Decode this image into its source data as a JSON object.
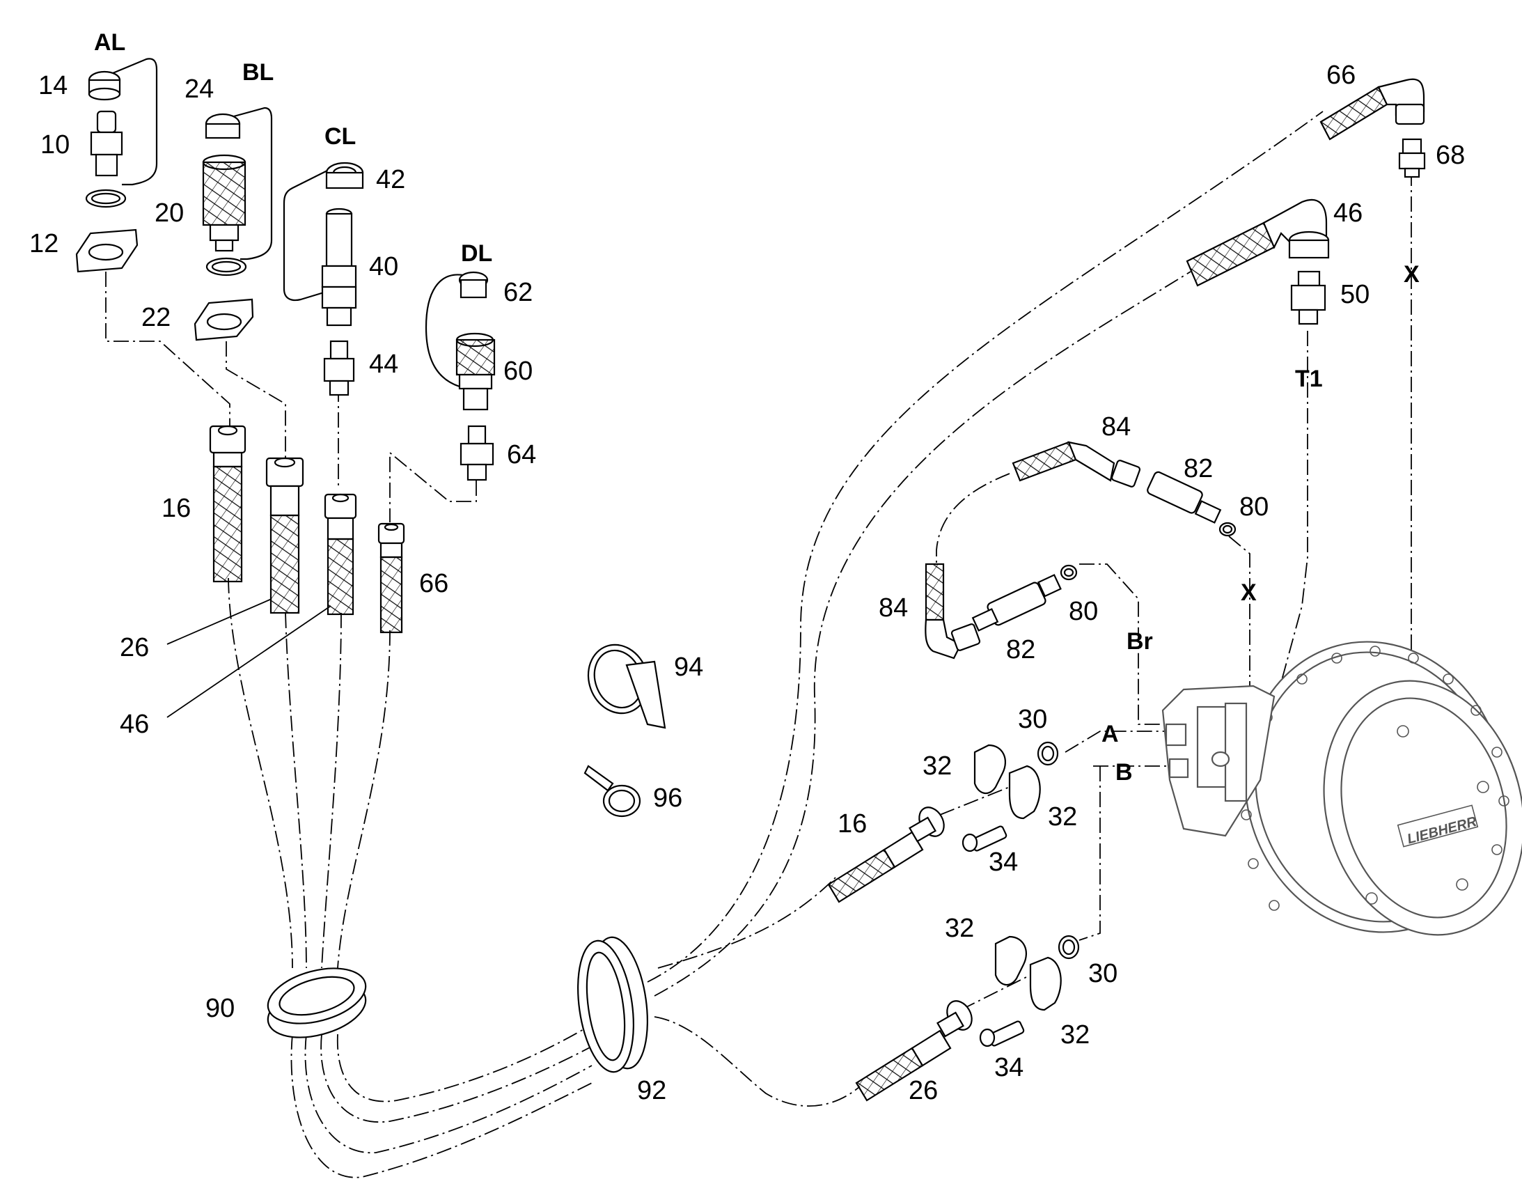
{
  "labels": {
    "AL": "AL",
    "BL": "BL",
    "CL": "CL",
    "DL": "DL",
    "p14": "14",
    "p10": "10",
    "p12": "12",
    "p24": "24",
    "p20": "20",
    "p22": "22",
    "p42": "42",
    "p40": "40",
    "p44": "44",
    "p62": "62",
    "p60": "60",
    "p64": "64",
    "p16a": "16",
    "p26a": "26",
    "p46a": "46",
    "p66a": "66",
    "p90": "90",
    "p92": "92",
    "p94": "94",
    "p96": "96",
    "p66b": "66",
    "p68": "68",
    "p46b": "46",
    "p50": "50",
    "X1": "X",
    "T1": "T1",
    "X2": "X",
    "p84a": "84",
    "p82a": "82",
    "p80a": "80",
    "p84b": "84",
    "p82b": "82",
    "p80b": "80",
    "Br": "Br",
    "A": "A",
    "B": "B",
    "p30a": "30",
    "p32a": "32",
    "p32b": "32",
    "p16b": "16",
    "p34a": "34",
    "p32c": "32",
    "p30b": "30",
    "p32d": "32",
    "p26b": "26",
    "p34b": "34",
    "brand": "LIEBHERR"
  }
}
